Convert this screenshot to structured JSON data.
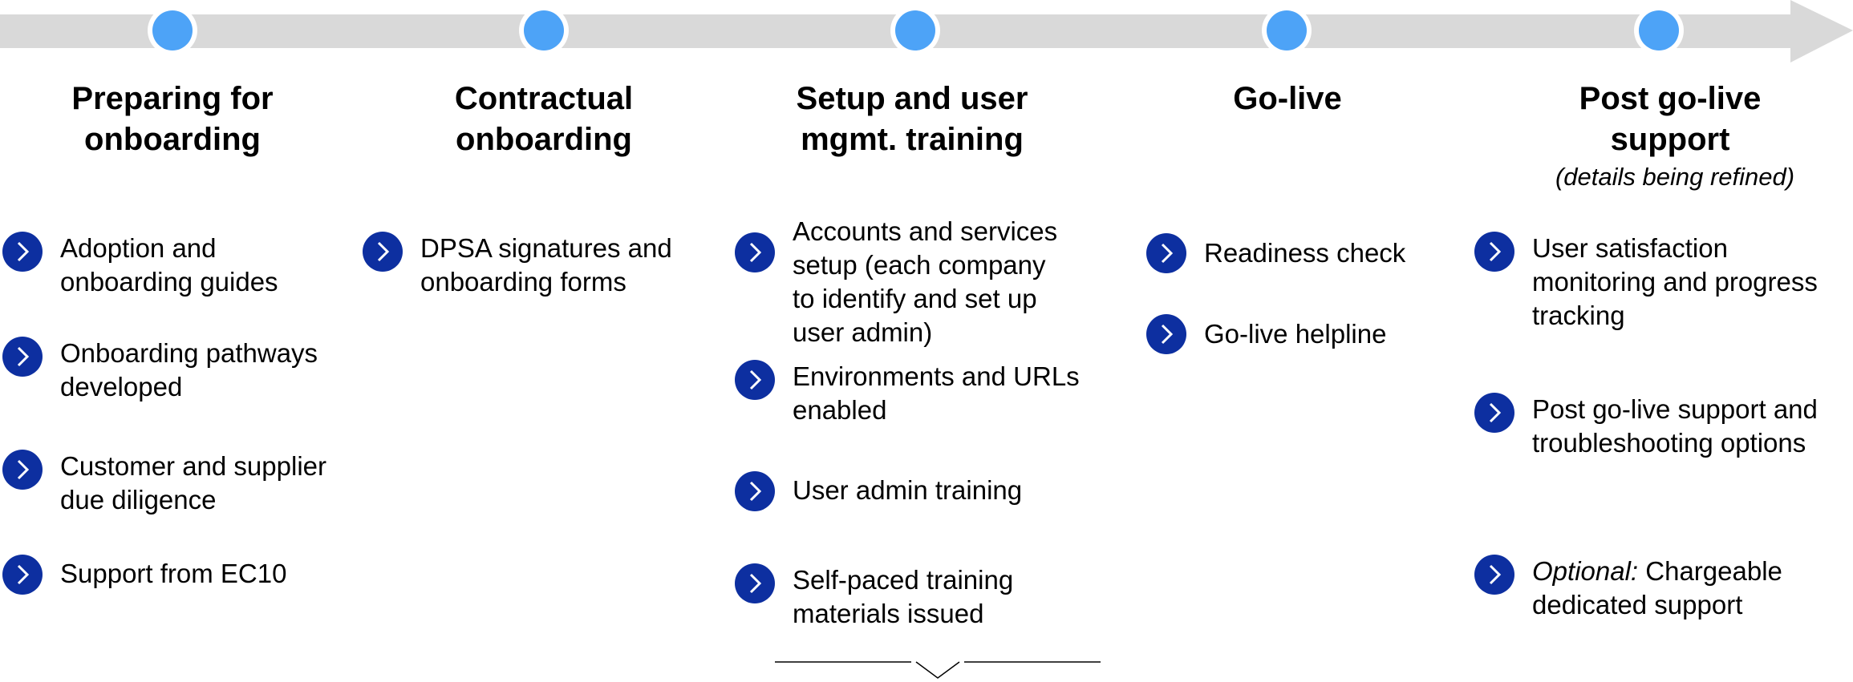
{
  "colors": {
    "timeline_bar": "#d9d9d9",
    "milestone_dot": "#4da3f7",
    "chevron_badge": "#0d2fa0",
    "text": "#000000"
  },
  "icons": {
    "item_bullet": "chevron-right-icon",
    "milestone": "milestone-dot-icon",
    "scroll_hint": "chevron-down-icon"
  },
  "phases": [
    {
      "title_line1": "Preparing for",
      "title_line2": "onboarding",
      "items": [
        {
          "lines": [
            "Adoption and",
            "onboarding guides"
          ]
        },
        {
          "lines": [
            "Onboarding pathways",
            "developed"
          ]
        },
        {
          "lines": [
            "Customer and supplier",
            "due diligence"
          ]
        },
        {
          "lines": [
            "Support from EC10"
          ]
        }
      ]
    },
    {
      "title_line1": "Contractual",
      "title_line2": "onboarding",
      "items": [
        {
          "lines": [
            "DPSA signatures and",
            "onboarding forms"
          ]
        }
      ]
    },
    {
      "title_line1": "Setup and user",
      "title_line2": "mgmt. training",
      "items": [
        {
          "lines": [
            "Accounts and services",
            "setup (each company",
            "to identify and set up",
            "user admin)"
          ]
        },
        {
          "lines": [
            "Environments and URLs",
            "enabled"
          ]
        },
        {
          "lines": [
            "User admin training"
          ]
        },
        {
          "lines": [
            "Self-paced training",
            "materials issued"
          ]
        }
      ]
    },
    {
      "title_line1": "Go-live",
      "title_line2": "",
      "items": [
        {
          "lines": [
            "Readiness check"
          ]
        },
        {
          "lines": [
            "Go-live helpline"
          ]
        }
      ]
    },
    {
      "title_line1": "Post go-live",
      "title_line2": "support",
      "note": "(details being refined)",
      "items": [
        {
          "lines": [
            "User satisfaction",
            "monitoring and progress",
            "tracking"
          ]
        },
        {
          "lines": [
            "Post go-live support and",
            "troubleshooting options"
          ]
        },
        {
          "prefix": "Optional:",
          "lines": [
            " Chargeable",
            "dedicated support"
          ]
        }
      ]
    }
  ]
}
